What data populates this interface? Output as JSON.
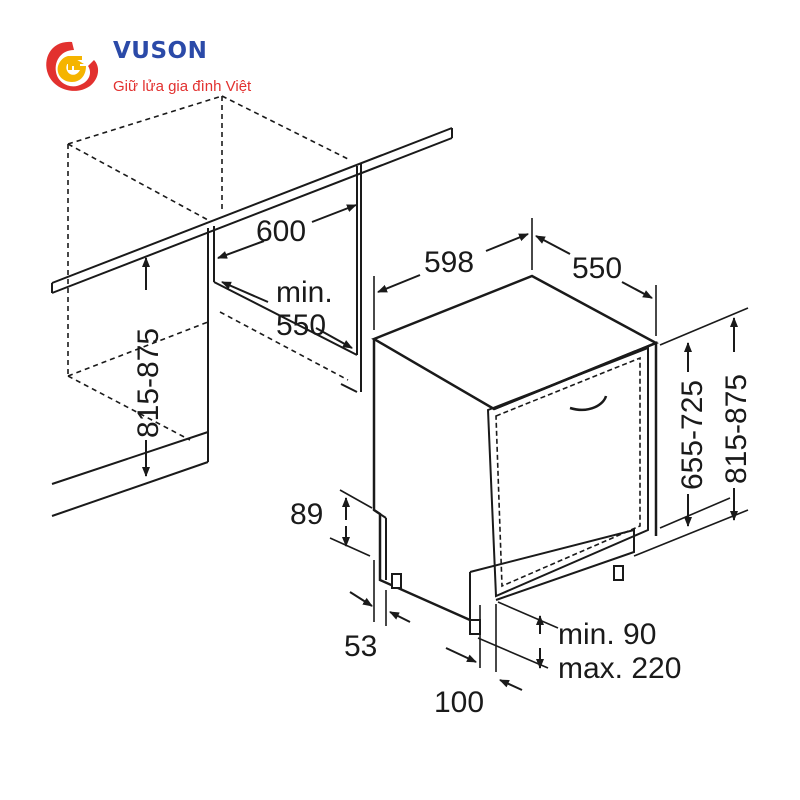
{
  "logo": {
    "brand": "VUSON",
    "tagline": "Giữ lửa gia đình Việt",
    "colors": {
      "brand": "#2b4aa8",
      "tagline": "#e2312f",
      "mark_red": "#e2312f",
      "mark_yellow": "#f5b400"
    }
  },
  "dimensions": {
    "niche_width": "600",
    "niche_depth_line1": "min.",
    "niche_depth_line2": "550",
    "niche_height": "815-875",
    "unit_width": "598",
    "unit_depth": "550",
    "door_height": "655-725",
    "unit_height": "815-875",
    "plinth_height": "89",
    "plinth_offset": "53",
    "gap_line1": "min. 90",
    "gap_line2": "max. 220",
    "foot_depth": "100"
  }
}
